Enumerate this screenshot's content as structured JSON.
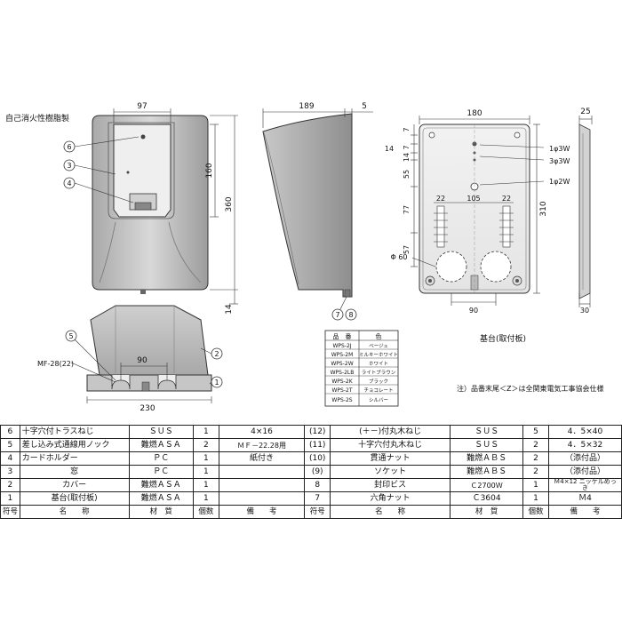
{
  "material_note": "自己消火性樹脂製",
  "dims": {
    "front_width": "97",
    "front_window_height": "160",
    "front_total_height": "360",
    "front_gap": "14",
    "side_depth": "189",
    "side_lip": "5",
    "back_width": "180",
    "back_depth": "25",
    "back_7a": "7",
    "back_7b": "7",
    "back_14a": "14",
    "back_14b": "14",
    "back_55": "55",
    "back_77": "77",
    "back_57": "57",
    "back_310": "310",
    "back_22a": "22",
    "back_105": "105",
    "back_22b": "22",
    "back_phi60": "Φ 60",
    "back_90": "90",
    "back_30": "30",
    "base_90": "90",
    "base_230": "230",
    "mf_label": "MF-28(22)"
  },
  "wiring_labels": [
    "1φ3W",
    "3φ3W",
    "1φ2W"
  ],
  "callouts": [
    "1",
    "2",
    "3",
    "4",
    "5",
    "6",
    "7",
    "8"
  ],
  "base_caption": "基台(取付板)",
  "note": "注）品番末尾＜Z＞は全関東電気工事協会仕様",
  "color_table": {
    "headers": [
      "品　番",
      "色"
    ],
    "rows": [
      [
        "WPS-2J",
        "ベージュ"
      ],
      [
        "WPS-2M",
        "ミルキーホワイト"
      ],
      [
        "WPS-2W",
        "ホワイト"
      ],
      [
        "WPS-2LB",
        "ライトブラウン"
      ],
      [
        "WPS-2K",
        "ブラック"
      ],
      [
        "WPS-2T",
        "チョコレート"
      ],
      [
        "WPS-2S",
        "シルバー"
      ]
    ]
  },
  "parts_table": {
    "headers": [
      "符号",
      "名　　称",
      "材　質",
      "個数",
      "備　　考",
      "符号",
      "名　　称",
      "材　質",
      "個数",
      "備　　考"
    ],
    "rows": [
      [
        "6",
        "十字穴付トラスねじ",
        "ＳＵＳ",
        "1",
        "4×16",
        "(12)",
        "(＋－)付丸木ねじ",
        "ＳＵＳ",
        "5",
        "4．5×40"
      ],
      [
        "5",
        "差し込み式通線用ノック",
        "難燃ＡＳＡ",
        "2",
        "ＭＦ－22.28用",
        "(11)",
        "十字穴付丸木ねじ",
        "ＳＵＳ",
        "2",
        "4．5×32"
      ],
      [
        "4",
        "カードホルダー",
        "ＰＣ",
        "1",
        "紙付き",
        "(10)",
        "貫通ナット",
        "難燃ＡＢＳ",
        "2",
        "（添付品）"
      ],
      [
        "3",
        "窓",
        "ＰＣ",
        "1",
        "",
        "(9)",
        "ソケット",
        "難燃ＡＢＳ",
        "2",
        "（添付品）"
      ],
      [
        "2",
        "カバー",
        "難燃ＡＳＡ",
        "1",
        "",
        "8",
        "封印ビス",
        "Ｃ2700Ｗ",
        "1",
        "Ｍ4×12 ニッケルめっき"
      ],
      [
        "1",
        "基台(取付板)",
        "難燃ＡＳＡ",
        "1",
        "",
        "7",
        "六角ナット",
        "Ｃ3604",
        "1",
        "Ｍ4"
      ]
    ]
  }
}
